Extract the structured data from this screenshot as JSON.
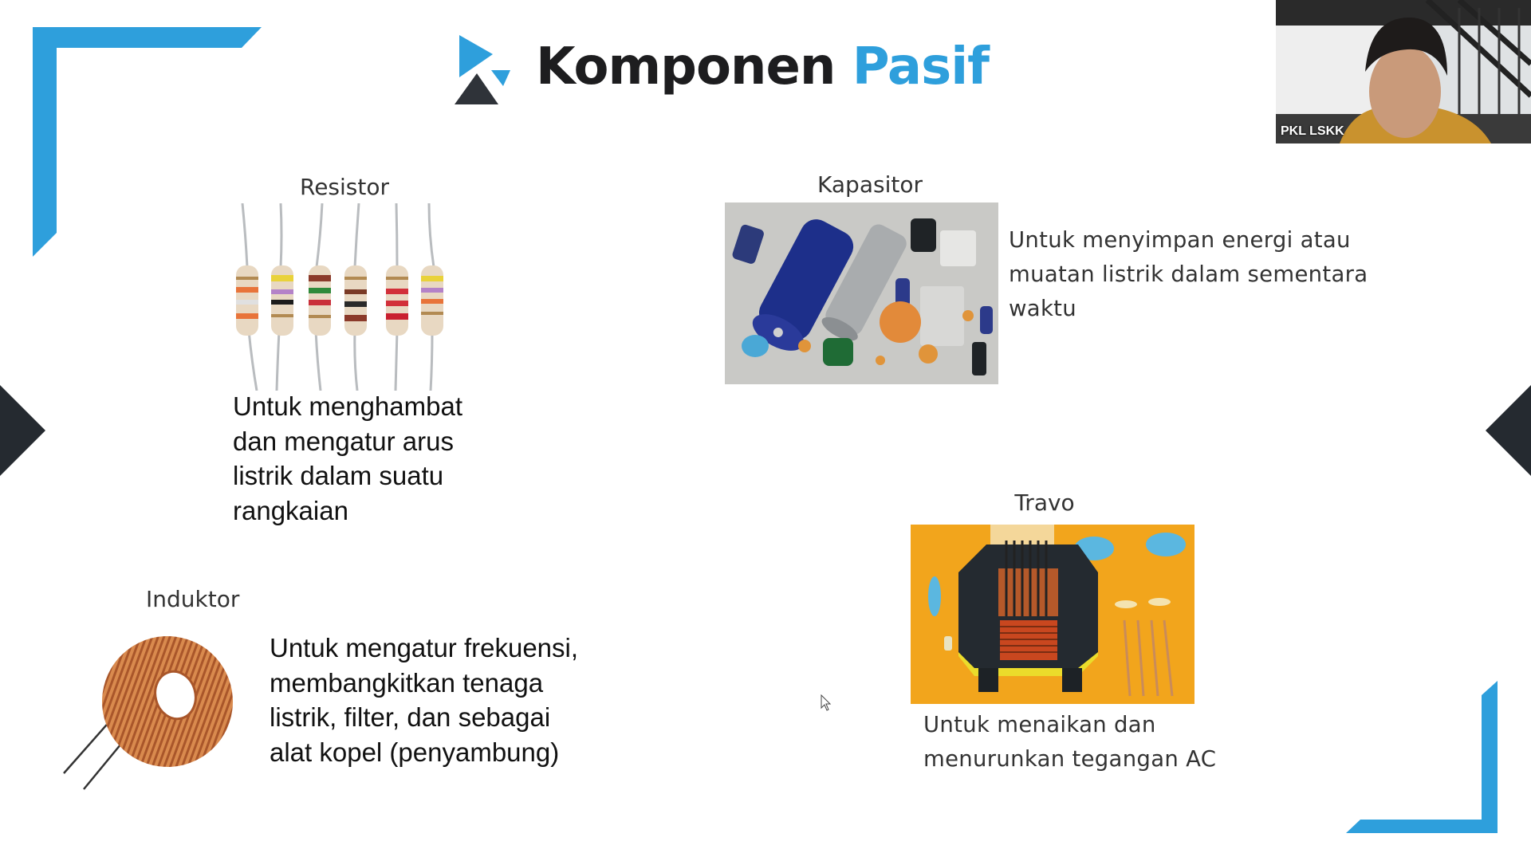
{
  "slide": {
    "title_main": "Komponen",
    "title_accent": "Pasif",
    "colors": {
      "accent": "#2e9fdc",
      "title_dark": "#1d1d1f",
      "logo_dark": "#2f3339",
      "nav_arrow": "#252a30",
      "body_text": "#111111",
      "label_text": "#333333"
    },
    "components": [
      {
        "label": "Resistor",
        "description": "Untuk menghambat\ndan mengatur arus\nlistrik dalam suatu\nrangkaian",
        "image": "resistors-photo"
      },
      {
        "label": "Kapasitor",
        "description": "Untuk menyimpan energi atau\nmuatan listrik dalam sementara\nwaktu",
        "image": "capacitors-photo"
      },
      {
        "label": "Induktor",
        "description": "Untuk mengatur frekuensi,\nmembangkitkan tenaga\nlistrik, filter, dan sebagai\nalat kopel (penyambung)",
        "image": "toroidal-inductor-photo"
      },
      {
        "label": "Travo",
        "description": "Untuk menaikan dan\nmenurunkan tegangan AC",
        "image": "transformer-photo"
      }
    ]
  },
  "video_tile": {
    "participant_name": "PKL LSKK"
  },
  "navigation": {
    "prev_icon": "chevron-left-diamond",
    "next_icon": "chevron-right-diamond"
  }
}
